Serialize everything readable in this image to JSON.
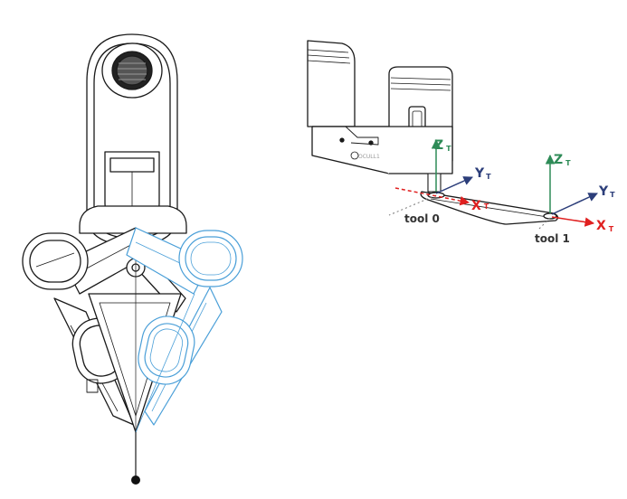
{
  "colors": {
    "outline": "#1a1a1a",
    "highlight": "#4a9fd8",
    "axis_x": "#e02020",
    "axis_y": "#2c3e7a",
    "axis_z": "#2e8b57",
    "dash": "#777777"
  },
  "left_view": {
    "icons": [
      "robot-top-view",
      "end-effector-dot"
    ]
  },
  "right_view": {
    "brand": "OCULL1",
    "tool0": {
      "label": "tool 0",
      "axes": {
        "x": {
          "letter": "X",
          "sub": "T"
        },
        "y": {
          "letter": "Y",
          "sub": "T"
        },
        "z": {
          "letter": "Z",
          "sub": "T"
        }
      }
    },
    "tool1": {
      "label": "tool 1",
      "axes": {
        "x": {
          "letter": "X",
          "sub": "T"
        },
        "y": {
          "letter": "Y",
          "sub": "T"
        },
        "z": {
          "letter": "Z",
          "sub": "T"
        }
      }
    }
  }
}
